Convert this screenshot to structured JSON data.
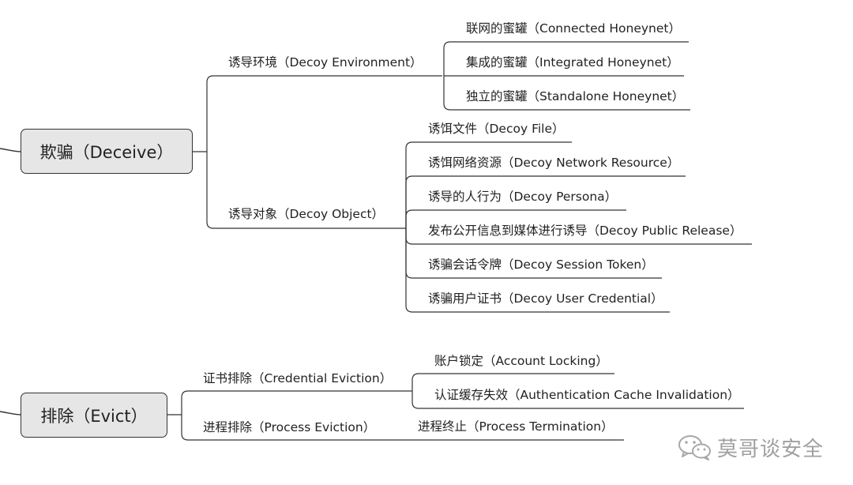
{
  "diagram": {
    "deceive": {
      "label": "欺骗（Deceive）",
      "environment": {
        "label": "诱导环境（Decoy Environment）",
        "items": [
          "联网的蜜罐（Connected Honeynet）",
          "集成的蜜罐（Integrated Honeynet）",
          "独立的蜜罐（Standalone Honeynet）"
        ]
      },
      "object": {
        "label": "诱导对象（Decoy Object）",
        "items": [
          "诱饵文件（Decoy File）",
          "诱饵网络资源（Decoy Network Resource）",
          "诱导的人行为（Decoy Persona）",
          "发布公开信息到媒体进行诱导（Decoy Public Release）",
          "诱骗会话令牌（Decoy Session Token）",
          "诱骗用户证书（Decoy User Credential）"
        ]
      }
    },
    "evict": {
      "label": "排除（Evict）",
      "credential": {
        "label": "证书排除（Credential Eviction）",
        "items": [
          "账户锁定（Account Locking）",
          "认证缓存失效（Authentication Cache Invalidation）"
        ]
      },
      "process": {
        "label": "进程排除（Process Eviction）",
        "items": [
          "进程终止（Process Termination）"
        ]
      }
    }
  },
  "watermark": {
    "text": "莫哥谈安全",
    "icon": "wechat-icon"
  },
  "colors": {
    "line": "#333333",
    "root_fill": "#e6e6e6",
    "watermark": "#a0a0a0"
  }
}
